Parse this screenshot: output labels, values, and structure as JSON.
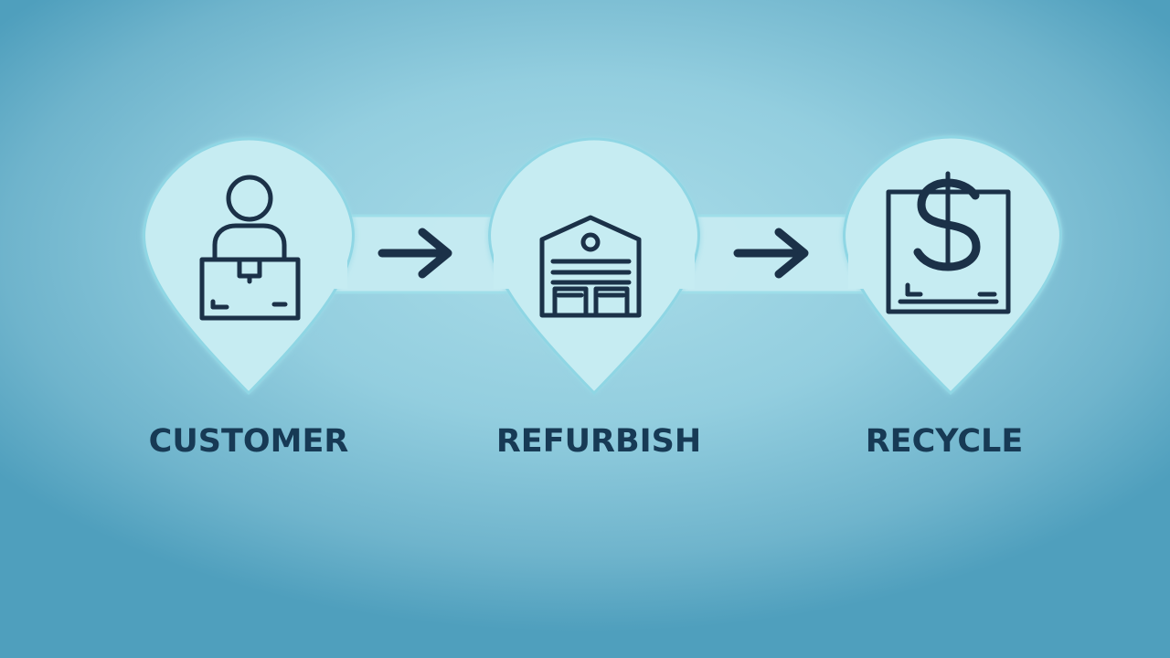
{
  "steps": [
    {
      "label": "CUSTOMER",
      "icon": "person-with-box-icon"
    },
    {
      "label": "REFURBISH",
      "icon": "warehouse-icon"
    },
    {
      "label": "RECYCLE",
      "icon": "dollar-box-icon"
    }
  ],
  "connectors": [
    "arrow-right-icon",
    "arrow-right-icon"
  ],
  "colors": {
    "background_center": "#a9dce8",
    "background_edge": "#4f9fbd",
    "pin_fill": "#c6ecf2",
    "pin_outline": "#8fd6e4",
    "icon_stroke": "#1b3148",
    "label": "#173a55"
  }
}
